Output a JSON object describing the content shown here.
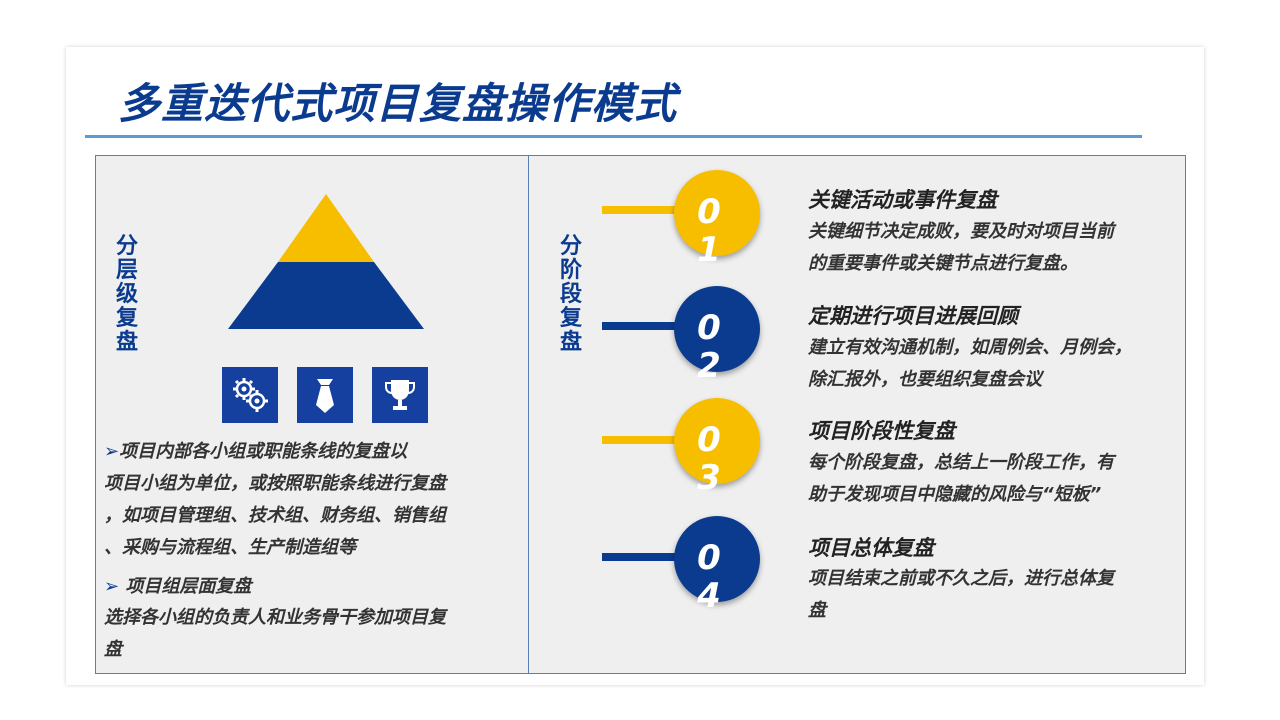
{
  "title": "多重迭代式项目复盘操作模式",
  "colors": {
    "navy": "#0b3b8f",
    "blue_box": "#1540a0",
    "gold": "#f7be00",
    "rule": "#5b9bd5"
  },
  "left": {
    "label_chars": [
      "分",
      "层",
      "级",
      "复",
      "盘"
    ],
    "icons": [
      "gears-icon",
      "tie-icon",
      "trophy-icon"
    ],
    "bullet1_arrow": "➢",
    "bullet1_lines": [
      "项目内部各小组或职能条线的复盘以",
      "项目小组为单位，或按照职能条线进行复盘",
      "，如项目管理组、技术组、财务组、销售组",
      "、采购与流程组、生产制造组等"
    ],
    "bullet2_arrow": "➢",
    "bullet2_title": " 项目组层面复盘",
    "bullet2_lines": [
      "选择各小组的负责人和业务骨干参加项目复",
      "盘"
    ]
  },
  "right": {
    "label_chars": [
      "分",
      "阶",
      "段",
      "复",
      "盘"
    ],
    "items": [
      {
        "num_chars": [
          "0",
          "1"
        ],
        "title": "关键活动或事件复盘",
        "lines": [
          "关键细节决定成败，要及时对项目当前",
          "的重要事件或关键节点进行复盘。"
        ]
      },
      {
        "num_chars": [
          "0",
          "2"
        ],
        "title": "定期进行项目进展回顾",
        "lines": [
          "建立有效沟通机制，如周例会、月例会，",
          "除汇报外，也要组织复盘会议"
        ]
      },
      {
        "num_chars": [
          "0",
          "3"
        ],
        "title": "项目阶段性复盘",
        "lines": [
          "每个阶段复盘，总结上一阶段工作，有",
          "助于发现项目中隐藏的风险与“短板”"
        ]
      },
      {
        "num_chars": [
          "0",
          "4"
        ],
        "title": "项目总体复盘",
        "lines": [
          "项目结束之前或不久之后，进行总体复",
          "盘"
        ]
      }
    ]
  }
}
